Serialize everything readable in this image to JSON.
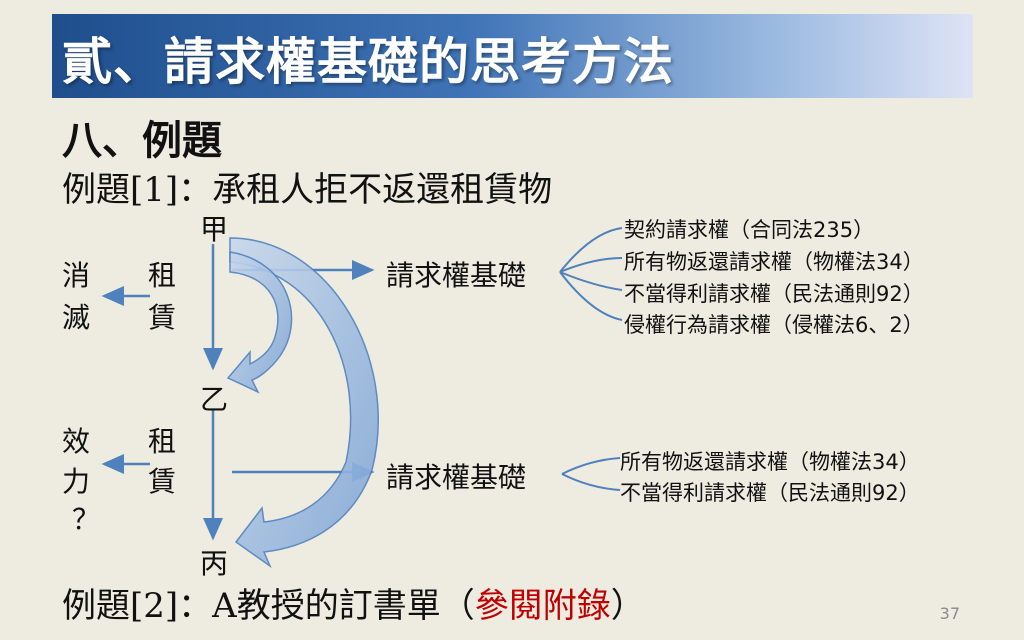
{
  "title": "貳、請求權基礎的思考方法",
  "heading": "八、例題",
  "example1": "例題[1]：承租人拒不返還租賃物",
  "parties": {
    "a": "甲",
    "b": "乙",
    "c": "丙"
  },
  "upper_left": {
    "col1": [
      "消",
      "滅"
    ],
    "col2": [
      "租",
      "賃"
    ]
  },
  "lower_left": {
    "col1": [
      "效",
      "力",
      "？"
    ],
    "col2": [
      "租",
      "賃"
    ]
  },
  "basis_label_upper": "請求權基礎",
  "basis_label_lower": "請求權基礎",
  "claims_upper": [
    "契約請求權（合同法235）",
    "所有物返還請求權（物權法34）",
    "不當得利請求權（民法通則92）",
    "侵權行為請求權（侵權法6、2）"
  ],
  "claims_lower": [
    "所有物返還請求權（物權法34）",
    "不當得利請求權（民法通則92）"
  ],
  "example2": {
    "prefix": "例題[2]：A教授的訂書單（",
    "highlight": "參閱附錄",
    "suffix": "）"
  },
  "page_number": "37",
  "colors": {
    "accent_blue": "#4f81bd",
    "highlight_red": "#c00000",
    "background": "#eeece1"
  }
}
